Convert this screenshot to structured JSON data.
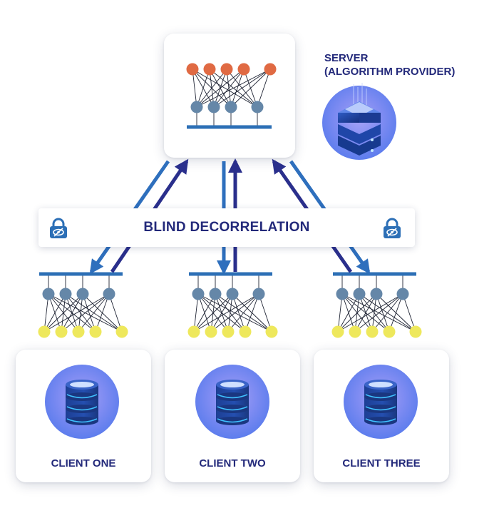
{
  "server": {
    "label_line1": "SERVER",
    "label_line2": "(ALGORITHM PROVIDER)",
    "icon": "server-stack-icon"
  },
  "banner": {
    "label": "BLIND DECORRELATION",
    "icon": "lock-hidden-eye-icon"
  },
  "clients": [
    {
      "label": "CLIENT ONE",
      "icon": "database-icon"
    },
    {
      "label": "CLIENT TWO",
      "icon": "database-icon"
    },
    {
      "label": "CLIENT THREE",
      "icon": "database-icon"
    }
  ],
  "colors": {
    "text": "#23297a",
    "arrow_light": "#2e6fbd",
    "arrow_dark": "#2a2f8c",
    "node_output": "#e06a43",
    "node_hidden": "#6587a8",
    "node_input": "#eee85c",
    "bar": "#2c6fb6"
  }
}
